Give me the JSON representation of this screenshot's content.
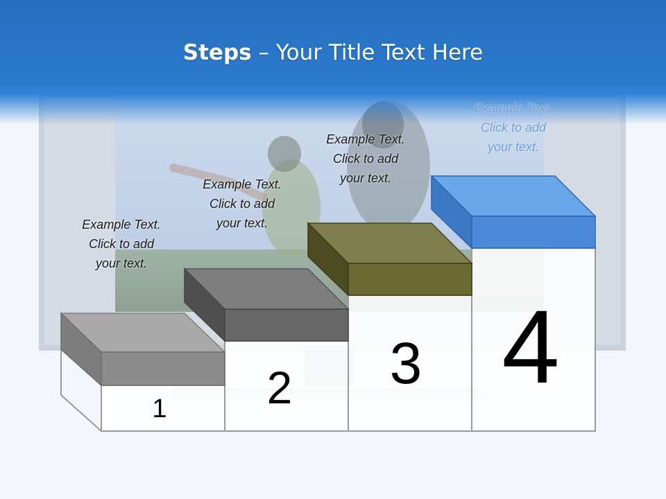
{
  "title": {
    "bold_part": "Steps",
    "rest": " – Your Title Text Here"
  },
  "colors": {
    "header_blue": "#2f7fd0",
    "step1": "#8c8c8c",
    "step2": "#6b6b6b",
    "step3": "#6b6a35",
    "step4": "#4a8ad8"
  },
  "steps": [
    {
      "number": "1",
      "text": [
        "Example Text.",
        "Click  to add",
        "your text."
      ]
    },
    {
      "number": "2",
      "text": [
        "Example Text.",
        "Click  to add",
        "your text."
      ]
    },
    {
      "number": "3",
      "text": [
        "Example Text.",
        "Click  to add",
        "your text."
      ]
    },
    {
      "number": "4",
      "text": [
        "Example Text.",
        "Click  to add",
        "your text."
      ]
    }
  ]
}
